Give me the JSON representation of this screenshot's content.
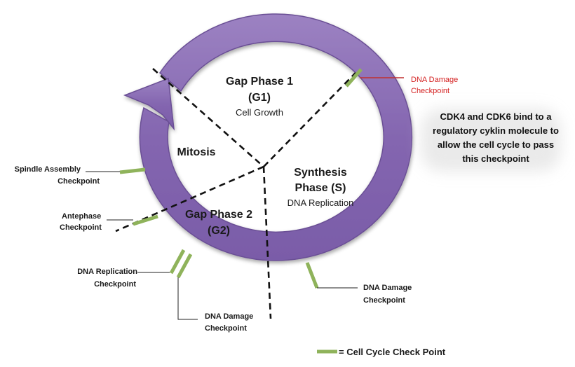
{
  "colors": {
    "ring": "#8a6cb3",
    "ring_dark": "#6a4f93",
    "ring_light": "#a48bc8",
    "checkpoint": "#8fb35b",
    "highlight_label": "#d42020"
  },
  "phases": {
    "g1": {
      "title": "Gap Phase 1",
      "code": "(G1)",
      "subtitle": "Cell Growth"
    },
    "s": {
      "title": "Synthesis",
      "code": "Phase (S)",
      "subtitle": "DNA Replication"
    },
    "g2": {
      "title": "Gap Phase 2",
      "code": "(G2)"
    },
    "mitosis": {
      "title": "Mitosis"
    }
  },
  "checkpoints": {
    "dna_damage_g1": {
      "line1": "DNA Damage",
      "line2": "Checkpoint"
    },
    "spindle": {
      "line1": "Spindle Assembly",
      "line2": "Checkpoint"
    },
    "antephase": {
      "line1": "Antephase",
      "line2": "Checkpoint"
    },
    "dna_replication": {
      "line1": "DNA Replication",
      "line2": "Checkpoint"
    },
    "dna_damage_g2": {
      "line1": "DNA Damage",
      "line2": "Checkpoint"
    },
    "dna_damage_s": {
      "line1": "DNA Damage",
      "line2": "Checkpoint"
    }
  },
  "note": {
    "line1": "CDK4 and CDK6 bind to a",
    "line2": "regulatory cyklin molecule to",
    "line3": "allow the cell cycle to pass",
    "line4": "this checkpoint"
  },
  "legend": {
    "label": "= Cell Cycle Check Point"
  }
}
